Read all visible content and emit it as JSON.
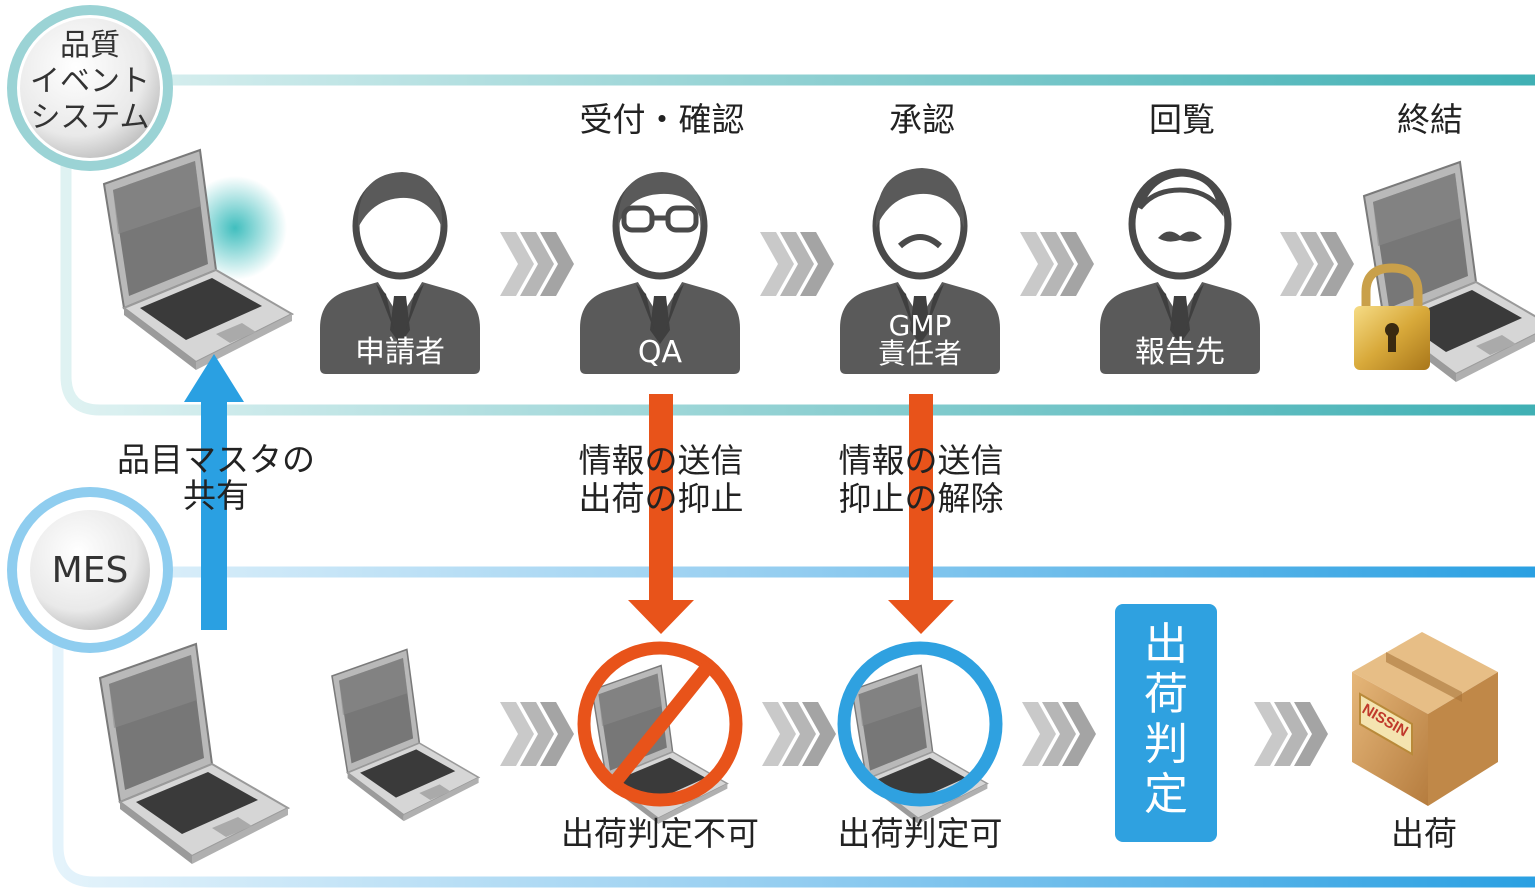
{
  "systems": {
    "top": {
      "label": "品質\nイベント\nシステム"
    },
    "bottom": {
      "label": "MES"
    }
  },
  "top_flow": {
    "steps": [
      {
        "title": "",
        "person_label": "申請者",
        "avatar": "applicant-avatar"
      },
      {
        "title": "受付・確認",
        "person_label": "QA",
        "avatar": "qa-avatar-glasses"
      },
      {
        "title": "承認",
        "person_label": "GMP\n責任者",
        "avatar": "gmp-manager-avatar"
      },
      {
        "title": "回覧",
        "person_label": "報告先",
        "avatar": "report-recipient-avatar-mustache"
      }
    ],
    "end_title": "終結"
  },
  "connectors": {
    "item_master": "品目マスタの\n共有",
    "qa_to_mes": "情報の送信\n出荷の抑止",
    "gmp_to_mes": "情報の送信\n抑止の解除"
  },
  "bottom_flow": {
    "ng_label": "出荷判定不可",
    "ok_label": "出荷判定可",
    "decision_label": "出荷判定",
    "ship_label": "出荷",
    "box_brand": "NISSIN"
  },
  "colors": {
    "top_frame": "#4fb5b8",
    "bottom_frame": "#3aa8e4",
    "ng_orange": "#e8531a",
    "ok_blue": "#2fa1e0",
    "person_dark": "#5a5a5a",
    "chevron_gray": "#b8b8b8"
  }
}
